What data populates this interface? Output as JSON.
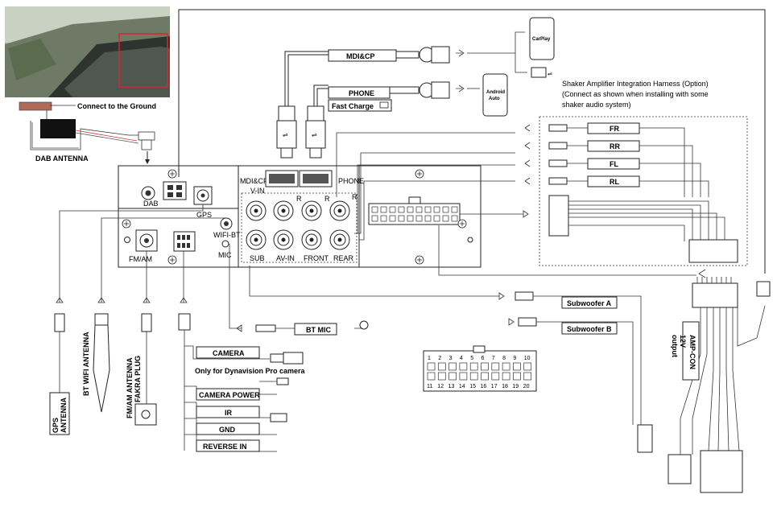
{
  "labels": {
    "connect_ground": "Connect to the Ground",
    "dab_antenna": "DAB ANTENNA",
    "dab": "DAB",
    "gps": "GPS",
    "wifi_bt": "WIFI-BT",
    "mic": "MIC",
    "fm_am": "FM/AM",
    "mdi_cp_port": "MDI&CP",
    "phone_port": "PHONE",
    "v_in": "V-IN",
    "r1": "R",
    "r2": "R",
    "r3": "R",
    "sub": "SUB",
    "av_in": "AV-IN",
    "front": "FRONT",
    "rear": "REAR",
    "mdi_cp": "MDI&CP",
    "phone": "PHONE",
    "fast_charge": "Fast Charge",
    "carplay": "CarPlay",
    "android_auto_1": "Android",
    "android_auto_2": "Auto",
    "shaker_title": "Shaker Amplifier Integration Harness (Option)",
    "shaker_note_1": "(Connect as shown when installing with some",
    "shaker_note_2": "shaker audio system)",
    "fr": "FR",
    "rr": "RR",
    "fl": "FL",
    "rl": "RL",
    "subwoofer_a": "Subwoofer A",
    "subwoofer_b": "Subwoofer B",
    "bt_mic": "BT MIC",
    "camera": "CAMERA",
    "dynavision_note": "Only for Dynavision Pro camera",
    "camera_power": "CAMERA POWER",
    "ir": "IR",
    "gnd": "GND",
    "reverse_in": "REVERSE IN",
    "gps_antenna_1": "GPS",
    "gps_antenna_2": "ANTENNA",
    "bt_wifi_antenna": "BT WIFI ANTENNA",
    "fm_am_antenna_1": "FM/AM ANTENNA",
    "fm_am_antenna_2": "FAKRA PLUG",
    "amp_con": "AMP-CON",
    "twelve_v_1": "12V",
    "twelve_v_2": "output"
  },
  "pin_numbers_top": [
    "1",
    "2",
    "3",
    "4",
    "5",
    "6",
    "7",
    "8",
    "9",
    "10"
  ],
  "pin_numbers_bottom": [
    "11",
    "12",
    "13",
    "14",
    "15",
    "16",
    "17",
    "18",
    "19",
    "20"
  ],
  "colors": {
    "ground_strap": "#b06a5a",
    "photo_highlight": "#d9262c",
    "line": "#222222"
  }
}
